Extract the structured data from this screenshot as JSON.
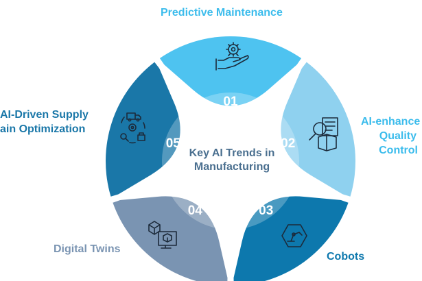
{
  "diagram": {
    "center": {
      "line1": "Key AI Trends in",
      "line2": "Manufacturing"
    },
    "segments": [
      {
        "number": "01",
        "label": "Predictive Maintenance",
        "icon": "gear-hand-icon",
        "color": "#4ec3f0",
        "label_color": "#3bbcec"
      },
      {
        "number": "02",
        "label_lines": [
          "AI-enhance",
          "Quality",
          "Control"
        ],
        "icon": "quality-inspection-icon",
        "color": "#8fd1ef",
        "label_color": "#3bbcec"
      },
      {
        "number": "03",
        "label": "Cobots",
        "icon": "robot-arm-icon",
        "color": "#0d78ad",
        "label_color": "#0d78ad"
      },
      {
        "number": "04",
        "label": "Digital Twins",
        "icon": "digital-twin-icon",
        "color": "#7a94b2",
        "label_color": "#7a94b2"
      },
      {
        "number": "05",
        "label_lines": [
          "AI-Driven Supply",
          "ain Optimization"
        ],
        "icon": "supply-chain-icon",
        "color": "#1a77a8",
        "label_color": "#1a77a8"
      }
    ]
  }
}
